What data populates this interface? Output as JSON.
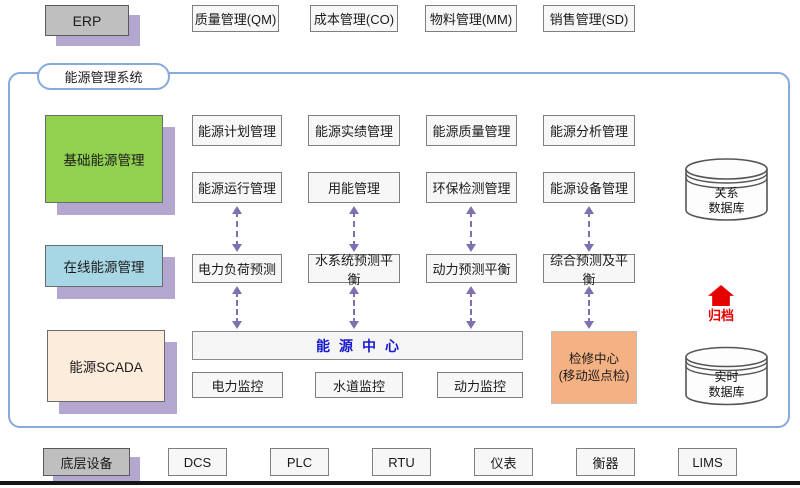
{
  "colors": {
    "frame_border": "#87a9dc",
    "block_green": "#92d050",
    "block_blue": "#a7d6e4",
    "block_cream": "#fcecdb",
    "block_orange": "#f4b183",
    "block_gray": "#bfbfbf",
    "shadow_purple": "#b3a6cf",
    "arrow_purple": "#8070b0",
    "archive_red": "#e60000",
    "energy_center_text": "#1a1acd"
  },
  "top_row": {
    "erp_label": "ERP",
    "modules": [
      "质量管理(QM)",
      "成本管理(CO)",
      "物料管理(MM)",
      "销售管理(SD)"
    ]
  },
  "system": {
    "frame_label": "能源管理系统",
    "left_blocks": [
      "基础能源管理",
      "在线能源管理",
      "能源SCADA"
    ],
    "mgmt_row1": [
      "能源计划管理",
      "能源实绩管理",
      "能源质量管理",
      "能源分析管理"
    ],
    "mgmt_row2": [
      "能源运行管理",
      "用能管理",
      "环保检测管理",
      "能源设备管理"
    ],
    "forecast_row": [
      "电力负荷预测",
      "水系统预测平衡",
      "动力预测平衡",
      "综合预测及平衡"
    ],
    "energy_center_label": "能源中心",
    "monitor_row": [
      "电力监控",
      "水道监控",
      "动力监控"
    ],
    "maintenance_center": {
      "line1": "检修中心",
      "line2": "(移动巡点检)"
    },
    "relational_db": {
      "line1": "关系",
      "line2": "数据库"
    },
    "realtime_db": {
      "line1": "实时",
      "line2": "数据库"
    },
    "archive_label": "归档"
  },
  "bottom_row": {
    "device_layer_label": "底层设备",
    "devices": [
      "DCS",
      "PLC",
      "RTU",
      "仪表",
      "衡器",
      "LIMS"
    ]
  }
}
